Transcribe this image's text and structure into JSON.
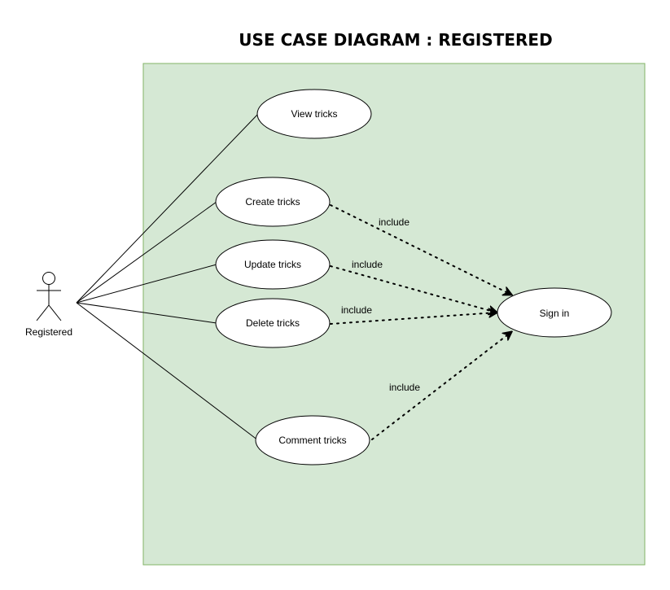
{
  "title": "USE CASE DIAGRAM : REGISTERED",
  "colors": {
    "system_fill": "#d5e8d4",
    "system_border": "#82b366",
    "ellipse_fill": "#ffffff",
    "line": "#000000"
  },
  "actor": {
    "label": "Registered",
    "icon": "stick-figure-icon"
  },
  "use_cases": {
    "view": "View tricks",
    "create": "Create tricks",
    "update": "Update tricks",
    "delete": "Delete tricks",
    "comment": "Comment tricks",
    "sign_in": "Sign in"
  },
  "relations": {
    "create_include": "include",
    "update_include": "include",
    "delete_include": "include",
    "comment_include": "include"
  }
}
